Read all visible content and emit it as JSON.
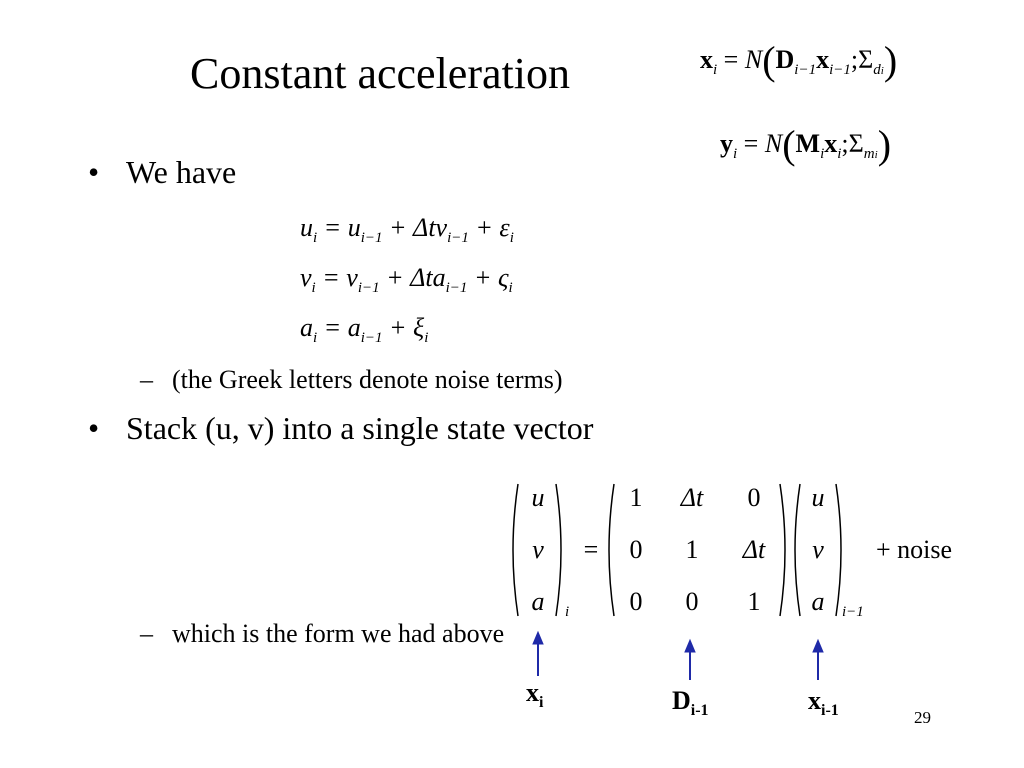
{
  "slide": {
    "title": "Constant acceleration",
    "bullets": [
      "We have",
      "Stack (u, v) into a single state vector"
    ],
    "subitems": [
      "(the Greek letters denote noise terms)",
      "which is the form we had above"
    ],
    "page_number": "29"
  },
  "model_eqs": {
    "x_lhs": "x",
    "x_sub": "i",
    "eq": "=",
    "N": "N",
    "D": "D",
    "D_sub": "i−1",
    "x2": "x",
    "x2_sub": "i−1",
    "semi": ";",
    "Sigma": "Σ",
    "d": "d",
    "d_sub": "i",
    "y_lhs": "y",
    "y_sub": "i",
    "M": "M",
    "M_sub": "i",
    "x3": "x",
    "x3_sub": "i",
    "m": "m",
    "m_sub": "i"
  },
  "motion_eqs": [
    {
      "text": "u",
      "sub": "i",
      "rhs": "= u",
      "rsub": "i−1",
      "rest": "+ Δtv",
      "rsub2": "i−1",
      "noise": "+ ε",
      "nsub": "i"
    },
    {
      "text": "v",
      "sub": "i",
      "rhs": "= v",
      "rsub": "i−1",
      "rest": "+ Δta",
      "rsub2": "i−1",
      "noise": "+ ς",
      "nsub": "i"
    },
    {
      "text": "a",
      "sub": "i",
      "rhs": "= a",
      "rsub": "i−1",
      "rest": "",
      "rsub2": "",
      "noise": "+ ξ",
      "nsub": "i"
    }
  ],
  "matrix_eq": {
    "lhs": [
      "u",
      "v",
      "a"
    ],
    "lhs_sub": "i",
    "equals": "=",
    "D": [
      [
        "1",
        "Δt",
        "0"
      ],
      [
        "0",
        "1",
        "Δt"
      ],
      [
        "0",
        "0",
        "1"
      ]
    ],
    "rhs": [
      "u",
      "v",
      "a"
    ],
    "rhs_sub": "i−1",
    "noise": "+ noise"
  },
  "labels": {
    "xi": "x",
    "xi_sub": "i",
    "Dim1": "D",
    "Dim1_sub": "i-1",
    "xim1": "x",
    "xim1_sub": "i-1"
  },
  "colors": {
    "arrow": "#1f2aa8",
    "text": "#000000"
  }
}
